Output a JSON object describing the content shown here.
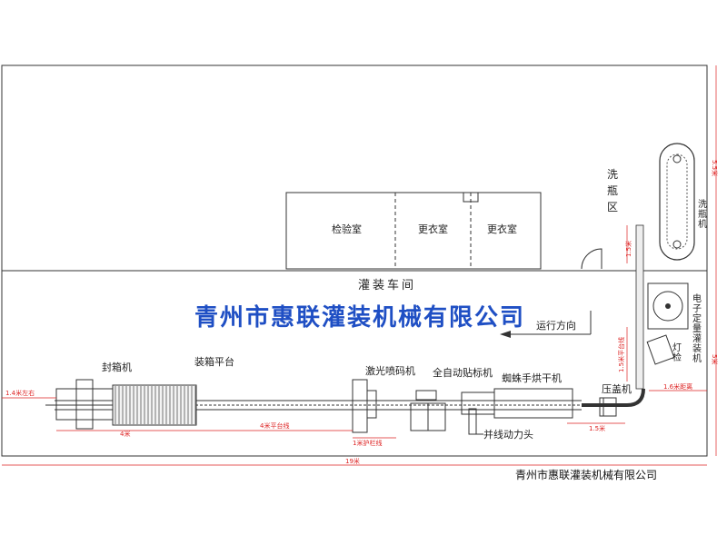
{
  "rooms": {
    "inspection": "检验室",
    "changing_1": "更衣室",
    "changing_2": "更衣室",
    "bottle_wash_area": "洗瓶区",
    "filling_workshop": "灌装车间"
  },
  "watermark": "青州市惠联灌装机械有限公司",
  "direction_label": "运行方向",
  "machines": {
    "bottle_washer": "洗瓶机",
    "filler": "电子定量灌装机",
    "cap_feeder": "灯检",
    "capper": "压盖机",
    "dryer": "蜘蛛手烘干机",
    "labeler": "全自动贴标机",
    "laser_coder": "激光喷码机",
    "packing_table": "装箱平台",
    "case_sealer": "封箱机",
    "merge_head": "并线动力头"
  },
  "dimensions": {
    "left_gap": "1.4米左右",
    "packing_length": "4米",
    "conveyor_length": "4米平台线",
    "guard_length": "1米护栏线",
    "capper_length": "1.5米",
    "vertical_1": "1.5米",
    "vertical_2": "1.5米平台线",
    "right_gap": "1.6米距离",
    "total_width": "19米",
    "right_upper": "5.5米",
    "right_lower": "5米"
  },
  "footer": "青州市惠联灌装机械有限公司",
  "colors": {
    "line": "#333333",
    "dimension": "#dd2222",
    "watermark": "#1f4fc4"
  }
}
